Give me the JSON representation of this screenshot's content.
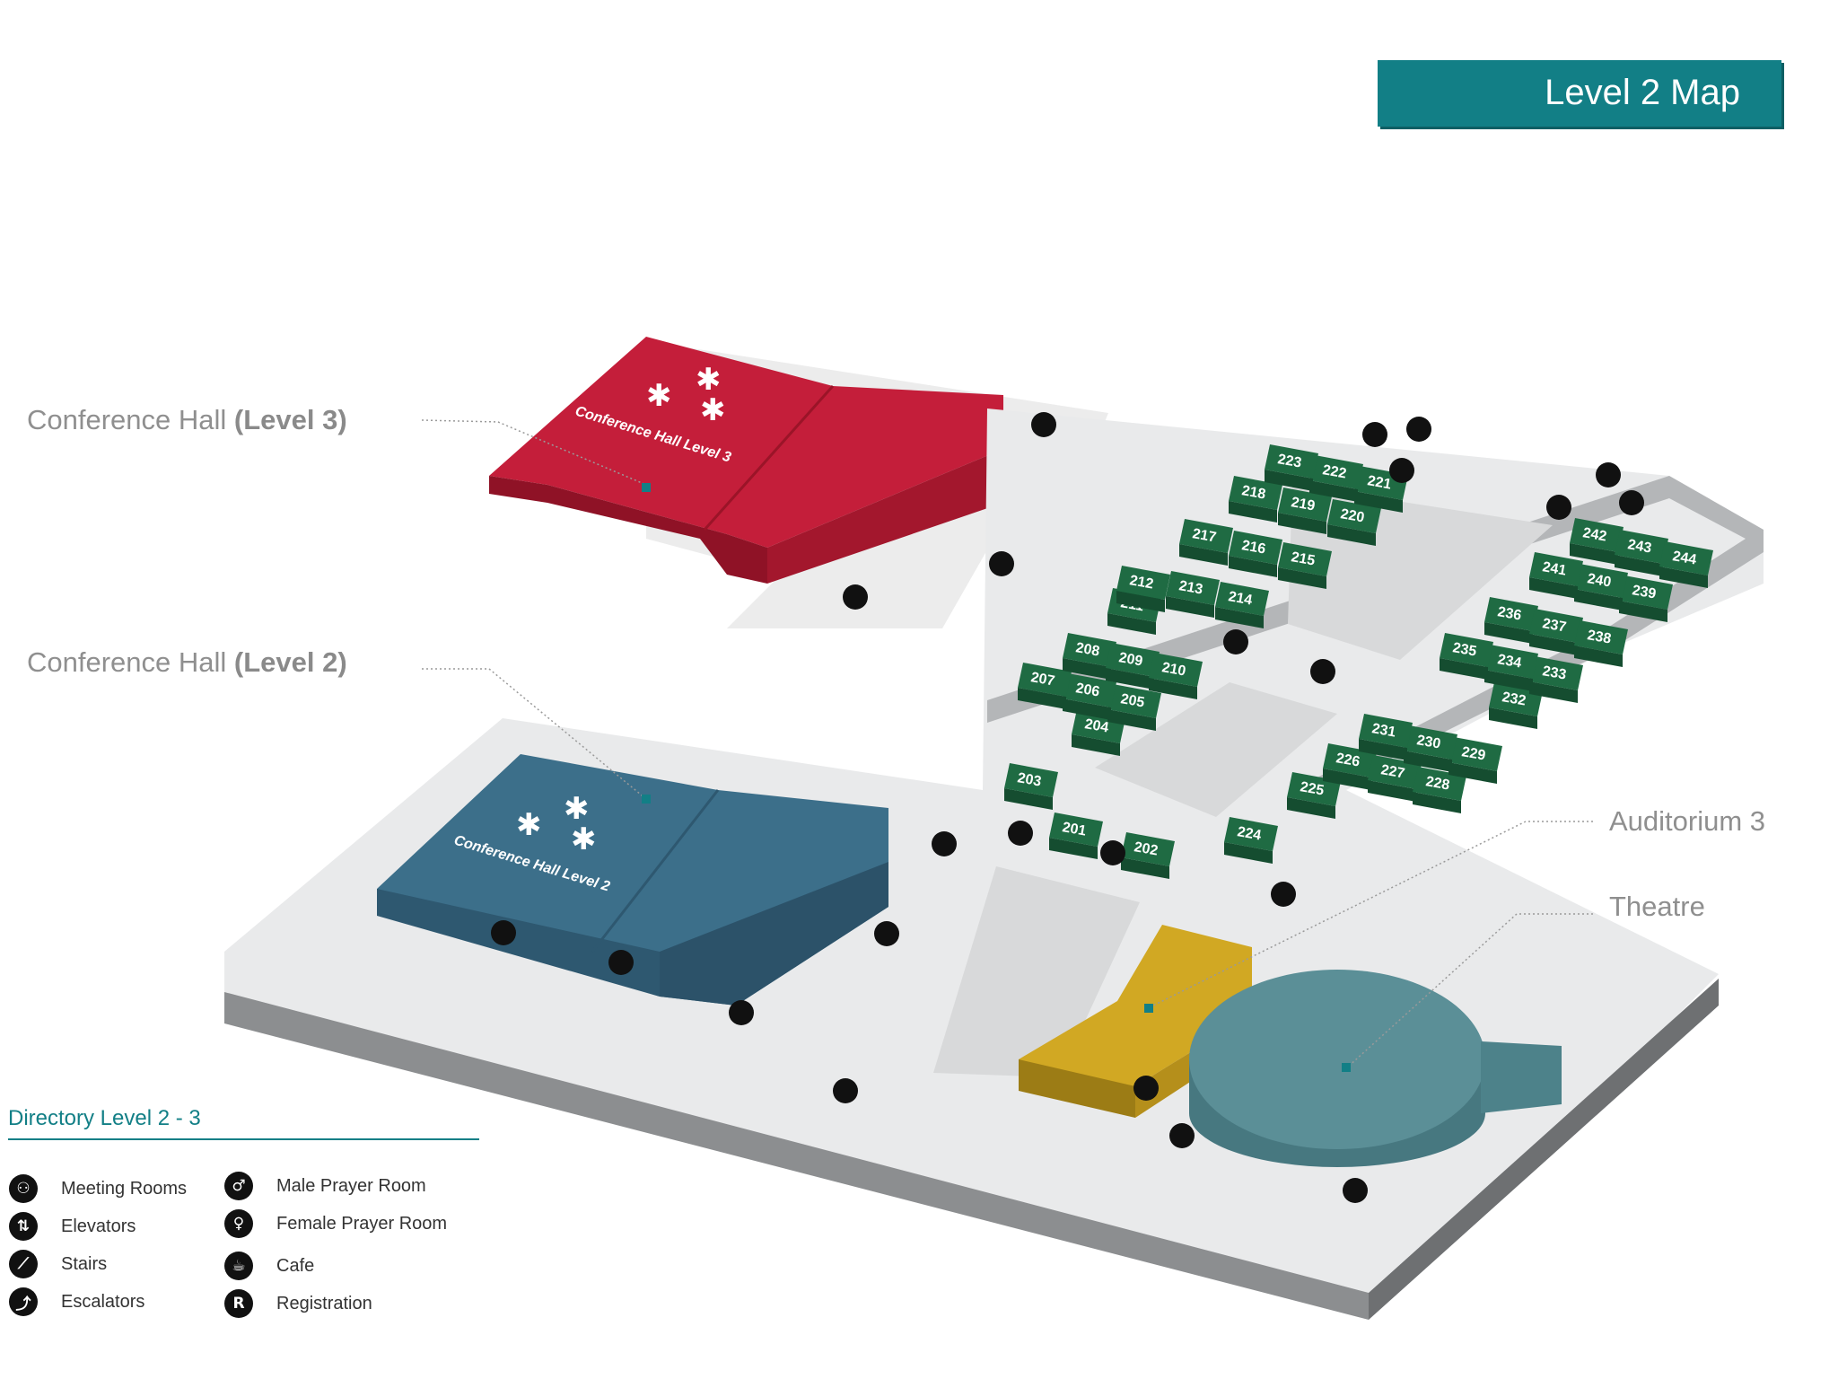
{
  "title": "Level 2 Map",
  "callouts": {
    "hall3": {
      "prefix": "Conference Hall ",
      "bold": "(Level 3)"
    },
    "hall2": {
      "prefix": "Conference Hall ",
      "bold": "(Level 2)"
    },
    "auditorium": "Auditorium 3",
    "theatre": "Theatre"
  },
  "map_labels": {
    "hall3": "Conference Hall Level 3",
    "hall2": "Conference Hall Level 2"
  },
  "rooms": [
    "201",
    "202",
    "203",
    "204",
    "205",
    "206",
    "207",
    "208",
    "209",
    "210",
    "211",
    "212",
    "213",
    "214",
    "215",
    "216",
    "217",
    "218",
    "219",
    "220",
    "221",
    "222",
    "223",
    "224",
    "225",
    "226",
    "227",
    "228",
    "229",
    "230",
    "231",
    "232",
    "233",
    "234",
    "235",
    "236",
    "237",
    "238",
    "239",
    "240",
    "241",
    "242",
    "243",
    "244"
  ],
  "directory": {
    "title": "Directory Level 2 - 3",
    "items": [
      {
        "label": "Meeting Rooms",
        "icon": "meeting-rooms-icon",
        "glyph": "⚇"
      },
      {
        "label": "Elevators",
        "icon": "elevator-icon",
        "glyph": "⇅"
      },
      {
        "label": "Stairs",
        "icon": "stairs-icon",
        "glyph": "⟋"
      },
      {
        "label": "Escalators",
        "icon": "escalator-icon",
        "glyph": "⤴"
      },
      {
        "label": "Male Prayer Room",
        "icon": "male-prayer-room-icon",
        "glyph": "♂"
      },
      {
        "label": "Female Prayer Room",
        "icon": "female-prayer-room-icon",
        "glyph": "♀"
      },
      {
        "label": "Cafe",
        "icon": "cafe-icon",
        "glyph": "☕"
      },
      {
        "label": "Registration",
        "icon": "registration-icon",
        "glyph": "R"
      }
    ]
  },
  "colors": {
    "brand_teal": "#127f86",
    "hall_level3": "#c41e3a",
    "hall_level2": "#3c6f8a",
    "meeting_rooms": "#1f6b43",
    "theatre": "#cfa51d",
    "auditorium": "#5b8f97",
    "floor": "#e9eaeb"
  }
}
